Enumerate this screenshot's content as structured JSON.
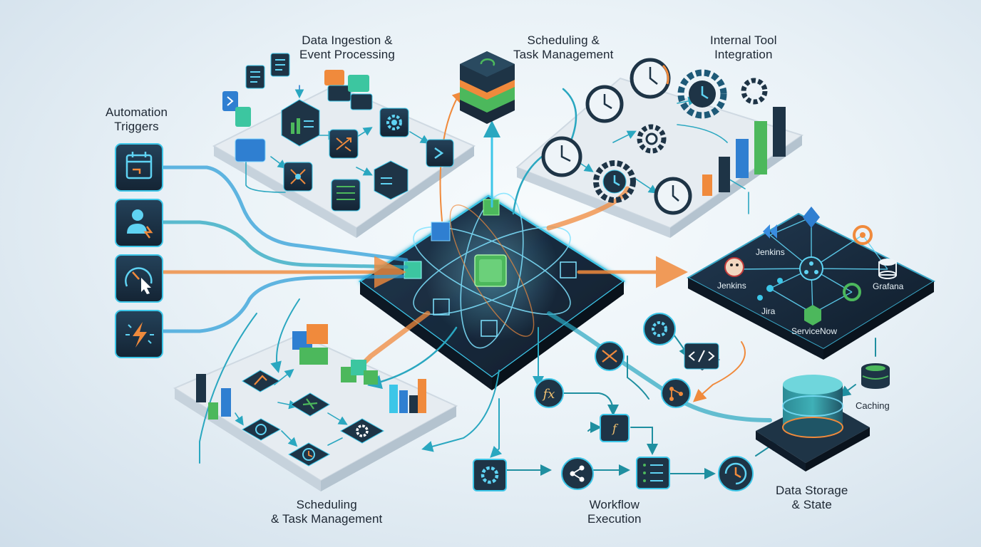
{
  "labels": {
    "automation_triggers": [
      "Automation",
      "Triggers"
    ],
    "data_ingestion": [
      "Data Ingestion &",
      "Event Processing"
    ],
    "scheduling_top": [
      "Scheduling &",
      "Task Management"
    ],
    "internal_tool": [
      "Internal Tool",
      "Integration"
    ],
    "scheduling_bottom": [
      "Scheduling",
      "& Task Management"
    ],
    "workflow_execution": [
      "Workflow",
      "Execution"
    ],
    "data_storage": [
      "Data Storage",
      "& State"
    ]
  },
  "tools": {
    "jenkins_1": "Jenkins",
    "jenkins_2": "Jenkins",
    "jira": "Jira",
    "grafana": "Grafana",
    "servicenow": "ServiceNow"
  },
  "caching": "Caching",
  "colors": {
    "platform_light": "#eef2f5",
    "platform_dark": "#1a2a3a",
    "cyan": "#3cc6e8",
    "teal": "#2aa7a0",
    "orange": "#f08a3c",
    "green": "#4cb85c",
    "blue": "#2f7fd1",
    "icon_tile": "#1e3446"
  }
}
